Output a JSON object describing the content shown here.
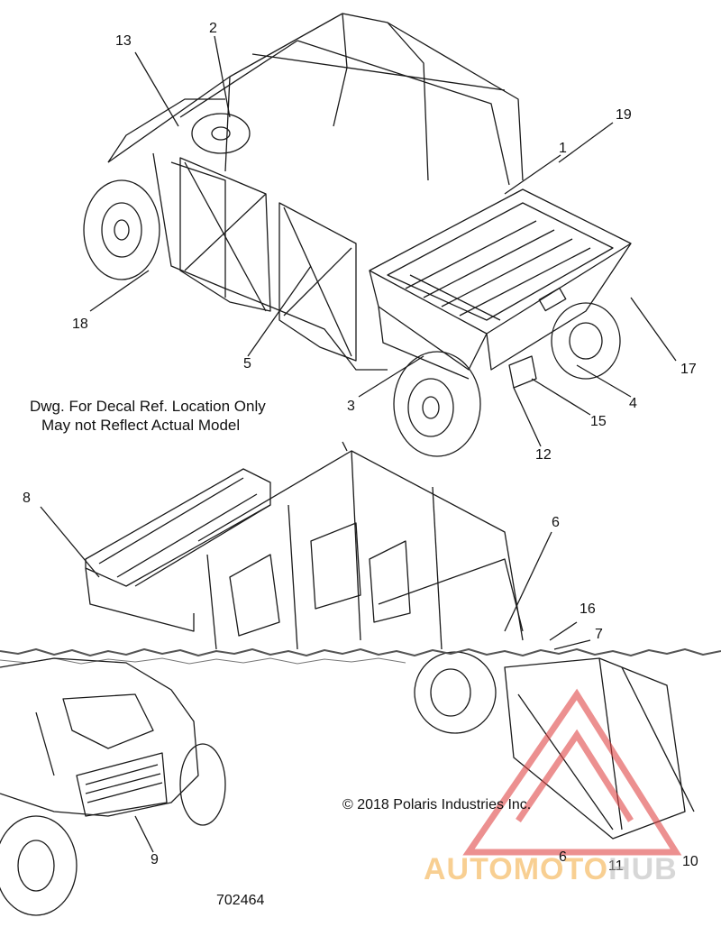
{
  "note": {
    "line1": "Dwg. For Decal Ref. Location Only",
    "line2": "May not Reflect Actual Model"
  },
  "copyright": "© 2018 Polaris Industries Inc.",
  "drawing_number": "702464",
  "watermark": {
    "part1": "AUTOMOTO",
    "part2": "HUB"
  },
  "callouts": {
    "c1": "1",
    "c2": "2",
    "c3": "3",
    "c4": "4",
    "c5": "5",
    "c6a": "6",
    "c6b": "6",
    "c7": "7",
    "c8": "8",
    "c9": "9",
    "c10": "10",
    "c11": "11",
    "c12": "12",
    "c13": "13",
    "c15": "15",
    "c16": "16",
    "c17": "17",
    "c18": "18",
    "c19": "19"
  },
  "colors": {
    "line": "#1a1a1a",
    "watermark_red": "#e04848",
    "watermark_orange": "#f4a93a",
    "watermark_gray": "#b8b8b8"
  }
}
